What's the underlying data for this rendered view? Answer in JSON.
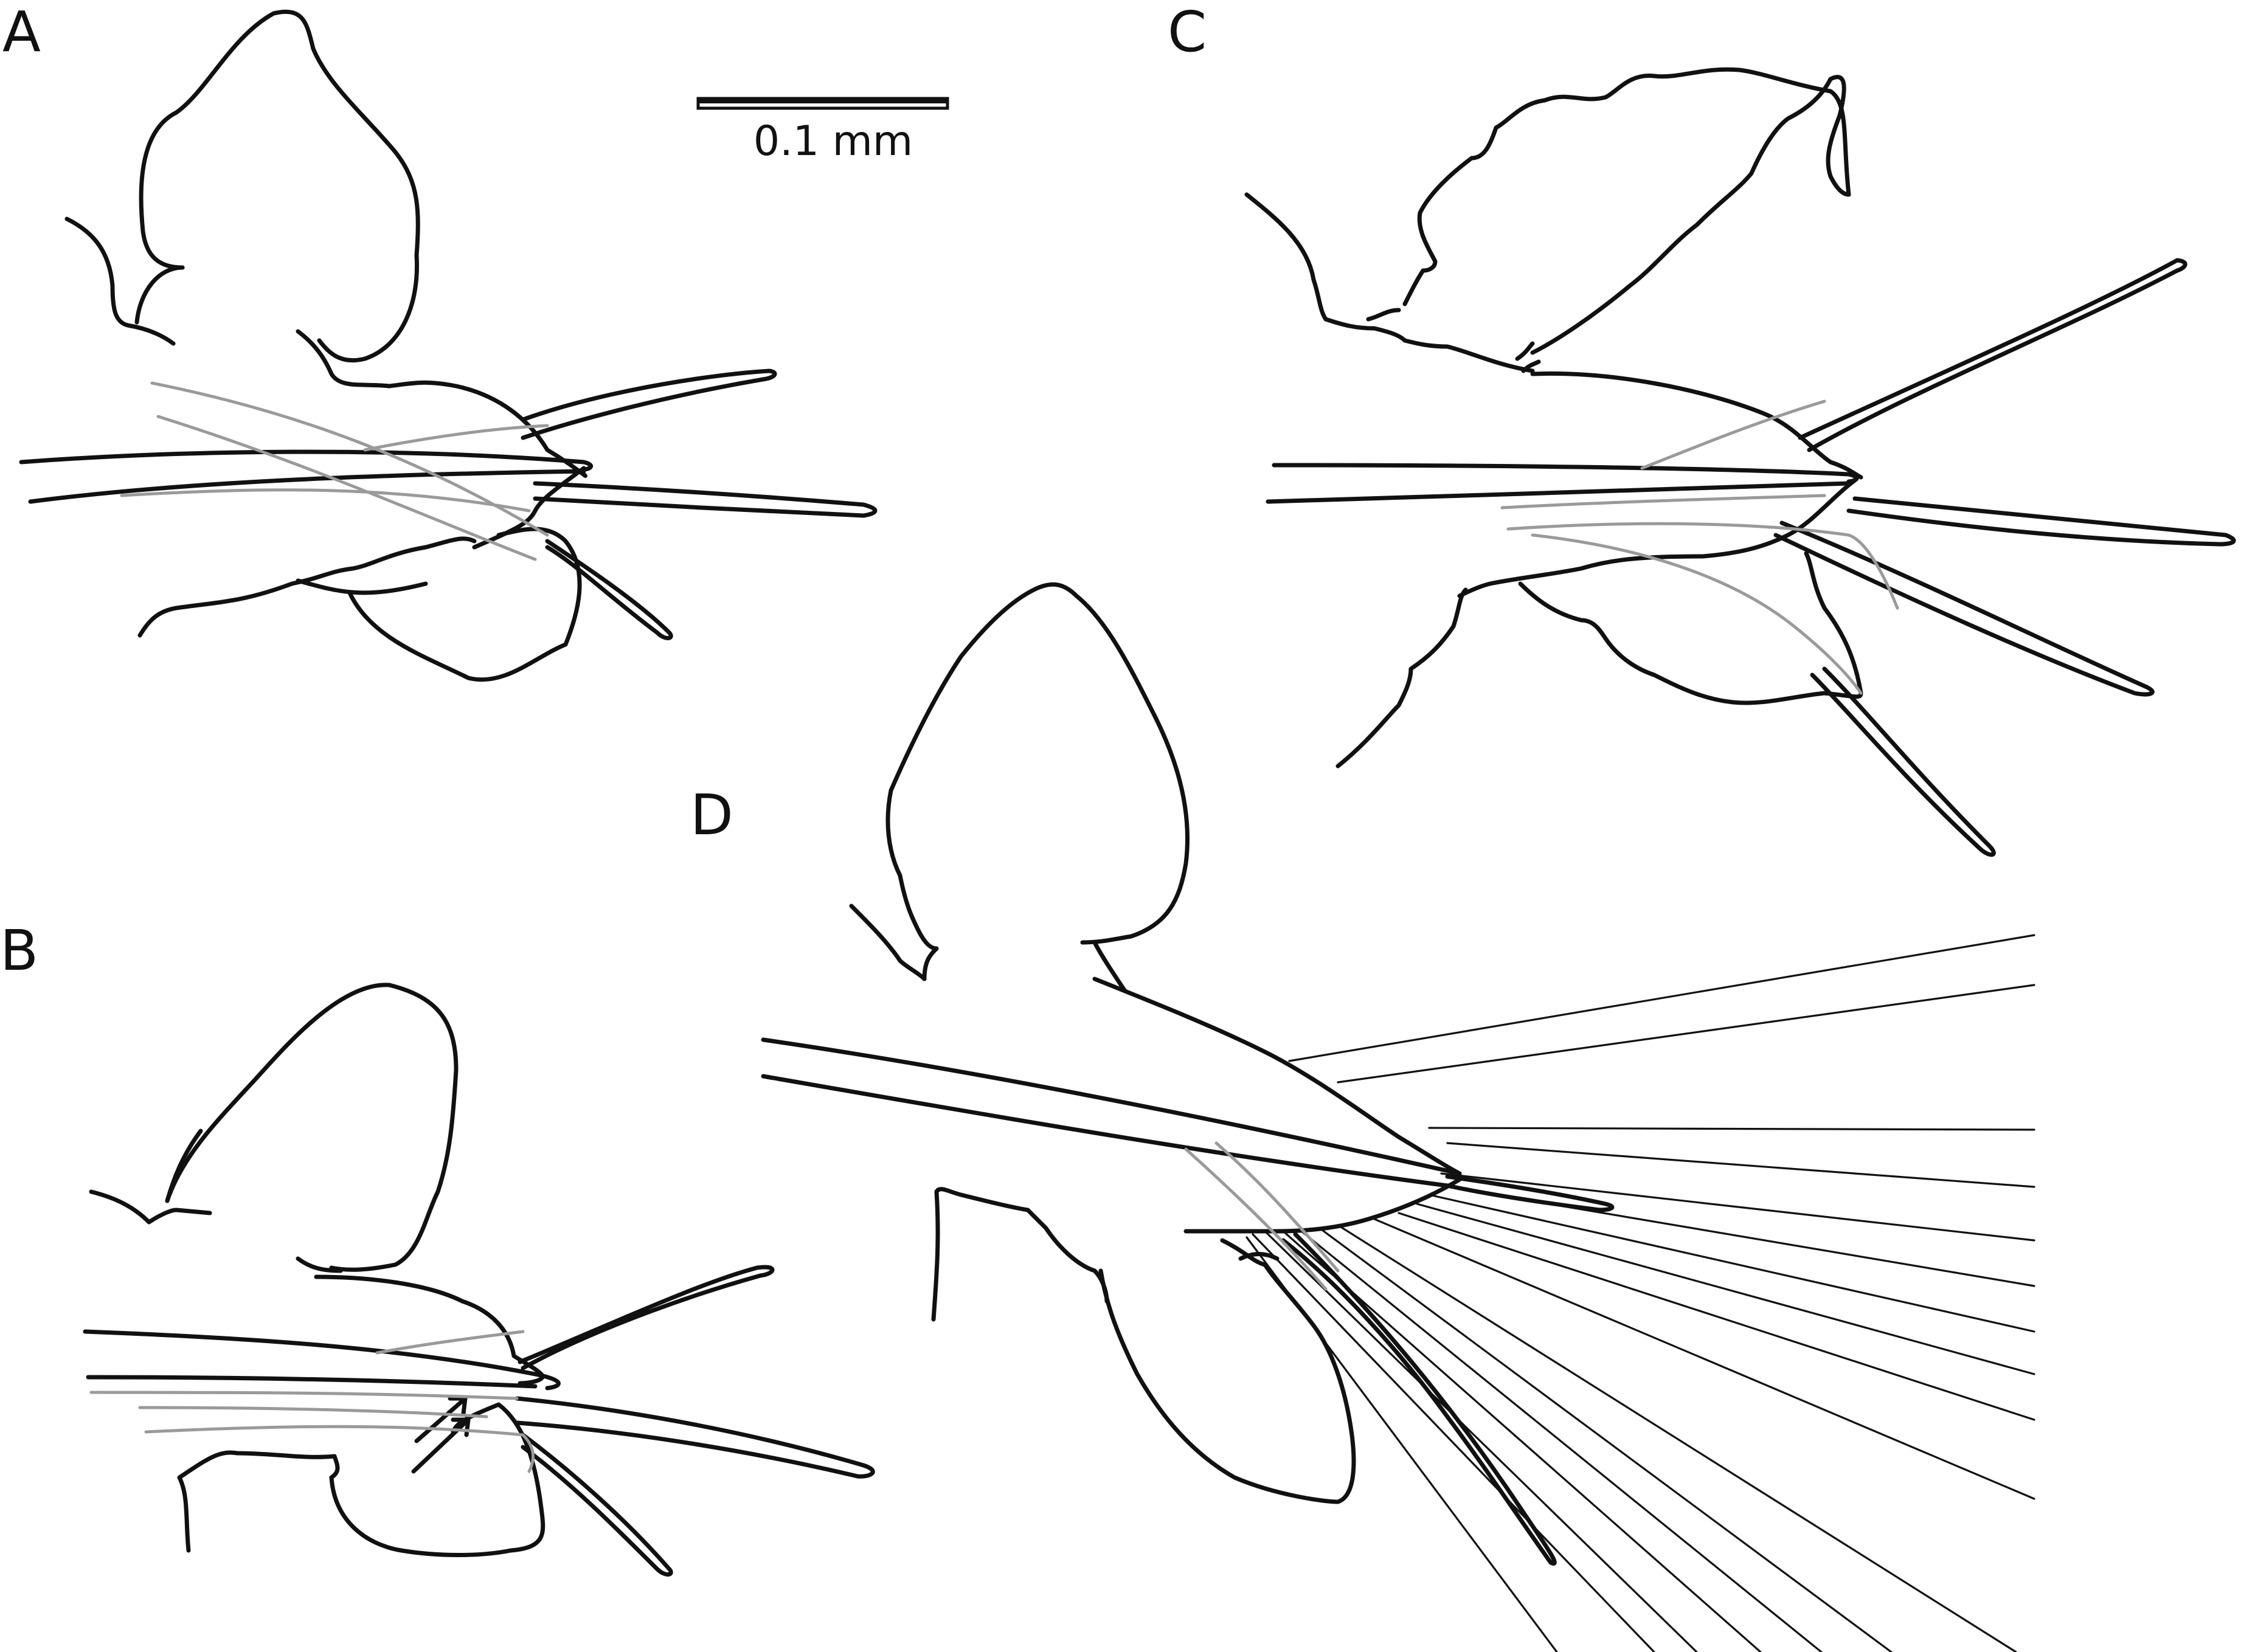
{
  "panels": [
    {
      "label": "A"
    },
    {
      "label": "B"
    },
    {
      "label": "C"
    },
    {
      "label": "D"
    }
  ],
  "scale_bar": {
    "label": "0.1 mm"
  },
  "colors": {
    "line": "#111111",
    "faint_line": "#9a9a9a",
    "background": "#ffffff"
  }
}
